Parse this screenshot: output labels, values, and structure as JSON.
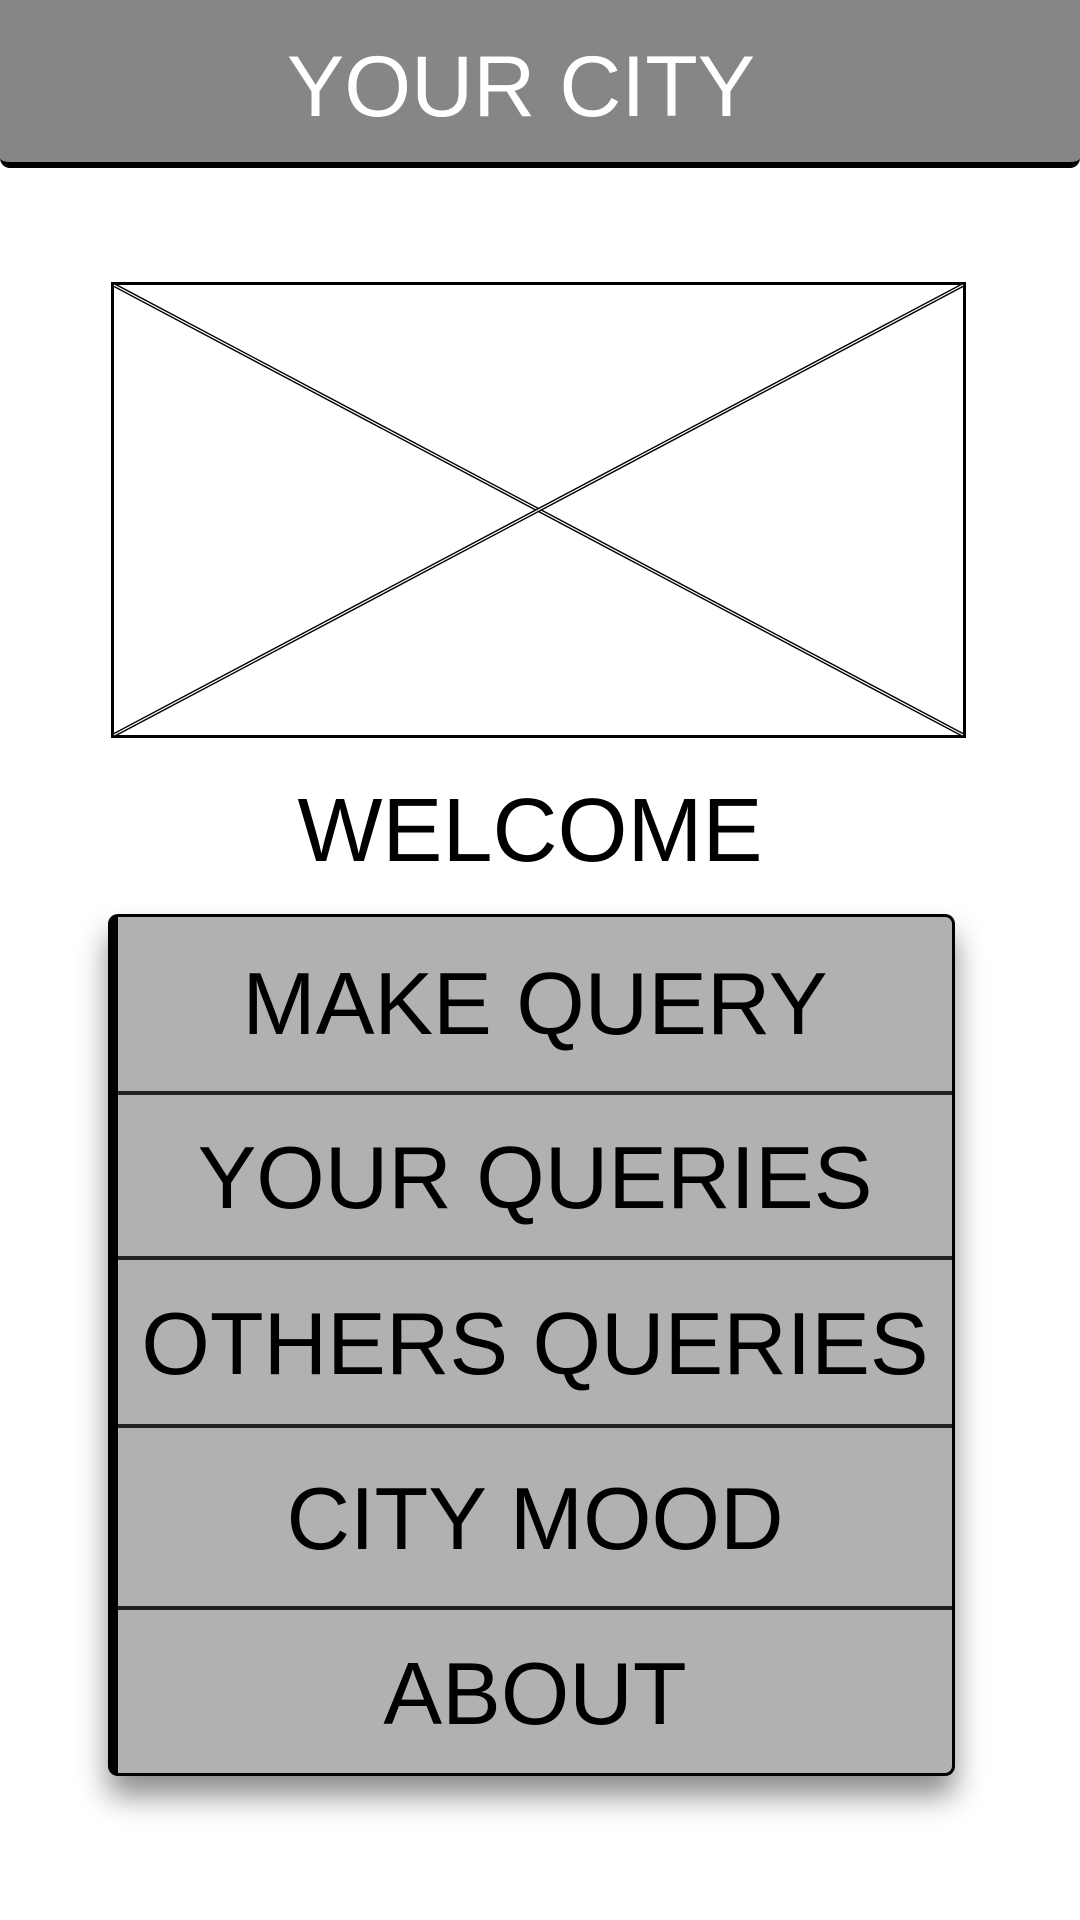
{
  "header": {
    "title": "YOUR CITY"
  },
  "welcome": "WELCOME",
  "menu": {
    "items": [
      {
        "label": "MAKE QUERY"
      },
      {
        "label": "YOUR QUERIES"
      },
      {
        "label": "OTHERS QUERIES"
      },
      {
        "label": "CITY MOOD"
      },
      {
        "label": "ABOUT"
      }
    ]
  }
}
